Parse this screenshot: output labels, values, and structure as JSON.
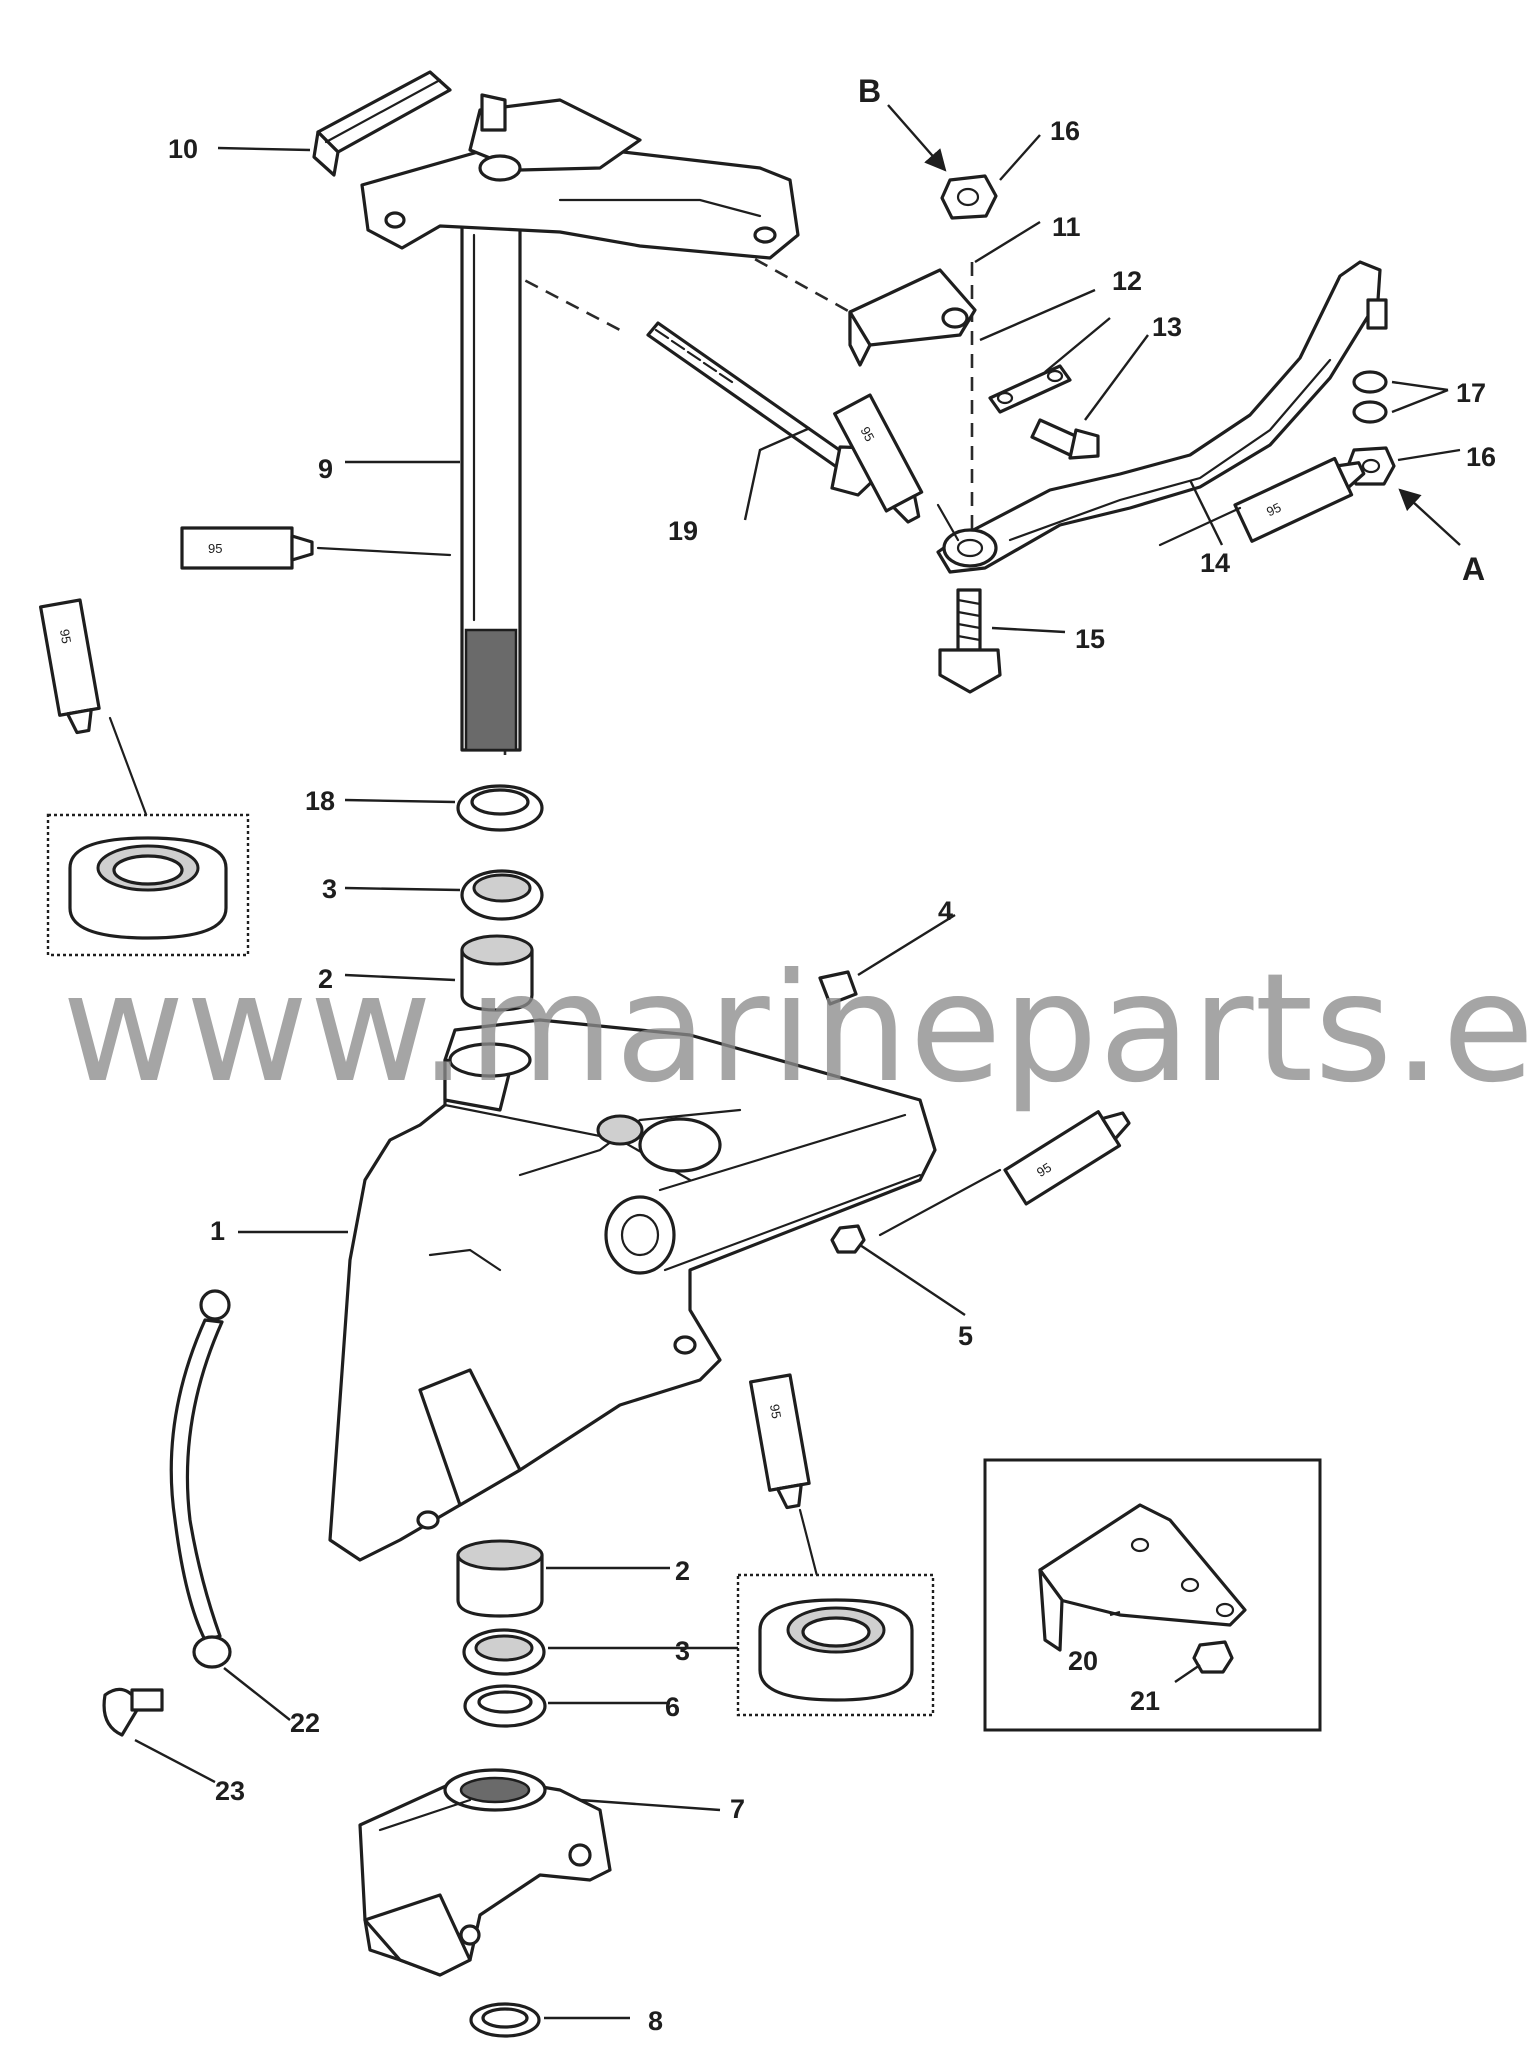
{
  "watermark": "www.marineparts.eu",
  "sealant_code": "95",
  "callouts": {
    "c1": "1",
    "c2a": "2",
    "c2b": "2",
    "c3a": "3",
    "c3b": "3",
    "c4": "4",
    "c5": "5",
    "c6": "6",
    "c7": "7",
    "c8": "8",
    "c9": "9",
    "c10": "10",
    "c11": "11",
    "c12": "12",
    "c13": "13",
    "c14": "14",
    "c15": "15",
    "c16a": "16",
    "c16b": "16",
    "c17": "17",
    "c18": "18",
    "c19": "19",
    "c20": "20",
    "c21": "21",
    "c22": "22",
    "c23": "23"
  },
  "letters": {
    "a": "A",
    "b": "B"
  }
}
